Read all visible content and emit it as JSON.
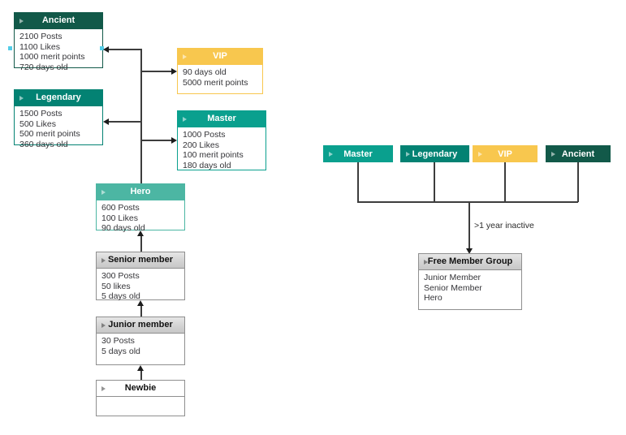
{
  "colors": {
    "ancient": "#125949",
    "legendary": "#038273",
    "master": "#0aa08e",
    "hero": "#4cb6a3",
    "vip": "#f8c74e",
    "gray_border": "#8f8f8f",
    "line": "#3d3d3d",
    "connection_marker": "#53cde8"
  },
  "nodes": {
    "ancient": {
      "title": "Ancient",
      "lines": [
        "2100 Posts",
        "1100 Likes",
        "1000 merit points",
        "720 days old"
      ]
    },
    "legendary": {
      "title": "Legendary",
      "lines": [
        "1500 Posts",
        "500 Likes",
        "500 merit points",
        "360 days old"
      ]
    },
    "vip": {
      "title": "VIP",
      "lines": [
        "90 days old",
        "5000 merit points"
      ]
    },
    "master": {
      "title": "Master",
      "lines": [
        "1000 Posts",
        "200 Likes",
        "100 merit points",
        "180 days old"
      ]
    },
    "hero": {
      "title": "Hero",
      "lines": [
        "600 Posts",
        "100 Likes",
        "90 days old"
      ]
    },
    "senior": {
      "title": "Senior member",
      "lines": [
        "300 Posts",
        "50 likes",
        "5 days old"
      ]
    },
    "junior": {
      "title": "Junior member",
      "lines": [
        "30 Posts",
        "5 days old"
      ]
    },
    "newbie": {
      "title": "Newbie"
    },
    "right_master": {
      "title": "Master"
    },
    "right_legendary": {
      "title": "Legendary"
    },
    "right_vip": {
      "title": "VIP"
    },
    "right_ancient": {
      "title": "Ancient"
    },
    "free_member_group": {
      "title": "Free Member Group",
      "lines": [
        "Junior Member",
        "Senior Member",
        "Hero"
      ]
    }
  },
  "labels": {
    "inactive_edge": ">1 year inactive"
  }
}
